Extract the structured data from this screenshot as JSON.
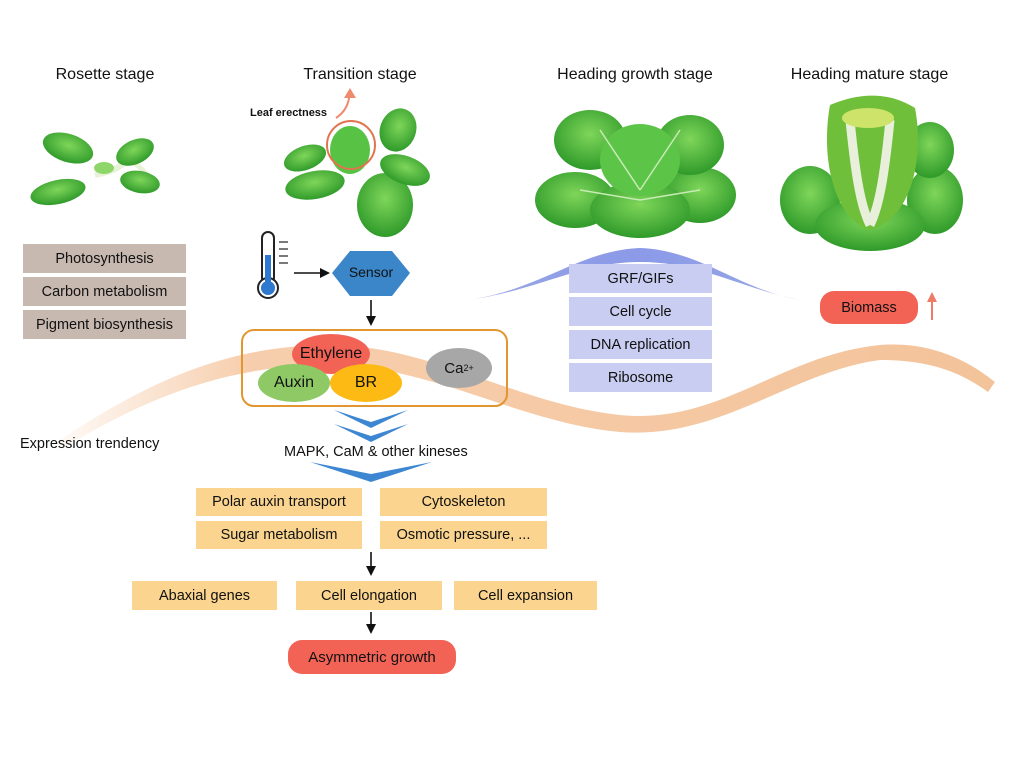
{
  "stages": {
    "rosette": "Rosette stage",
    "transition": "Transition stage",
    "heading_growth": "Heading growth stage",
    "heading_mature": "Heading mature stage"
  },
  "leaf_erectness": "Leaf erectness",
  "rosette_processes": [
    "Photosynthesis",
    "Carbon metabolism",
    "Pigment biosynthesis"
  ],
  "sensor": "Sensor",
  "hormones": {
    "ethylene": "Ethylene",
    "auxin": "Auxin",
    "br": "BR",
    "ca": "Ca",
    "ca_charge": "2+"
  },
  "kinases": "MAPK, CaM & other kineses",
  "expression_trendency": "Expression trendency",
  "downstream": {
    "polar_auxin": "Polar auxin transport",
    "cytoskeleton": "Cytoskeleton",
    "sugar": "Sugar metabolism",
    "osmotic": "Osmotic pressure, ..."
  },
  "cell_processes": [
    "Abaxial genes",
    "Cell elongation",
    "Cell expansion"
  ],
  "asymmetric_growth": "Asymmetric growth",
  "heading_processes": [
    "GRF/GIFs",
    "Cell cycle",
    "DNA replication",
    "Ribosome"
  ],
  "biomass": "Biomass",
  "colors": {
    "wave": "#f6c9a4",
    "sensor": "#3a86c8",
    "ethylene": "#f26356",
    "auxin": "#8ec965",
    "br": "#fdb914",
    "ca": "#a7a7a7",
    "leaf": "#4fb53c"
  }
}
